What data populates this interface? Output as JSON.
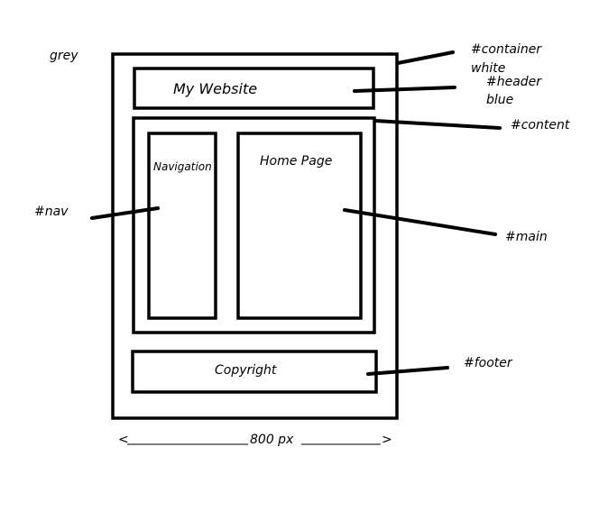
{
  "page": {
    "background_note": "grey",
    "container_note": "#container",
    "container_color_note": "white",
    "header_note": "#header",
    "header_color_note": "blue",
    "content_note": "#content",
    "nav_note": "#nav",
    "main_note": "#main",
    "footer_note": "#footer",
    "width_note": "800 px"
  },
  "boxes": {
    "header_text": "My Website",
    "nav_text": "Navigation",
    "main_text": "Home Page",
    "footer_text": "Copyright"
  }
}
